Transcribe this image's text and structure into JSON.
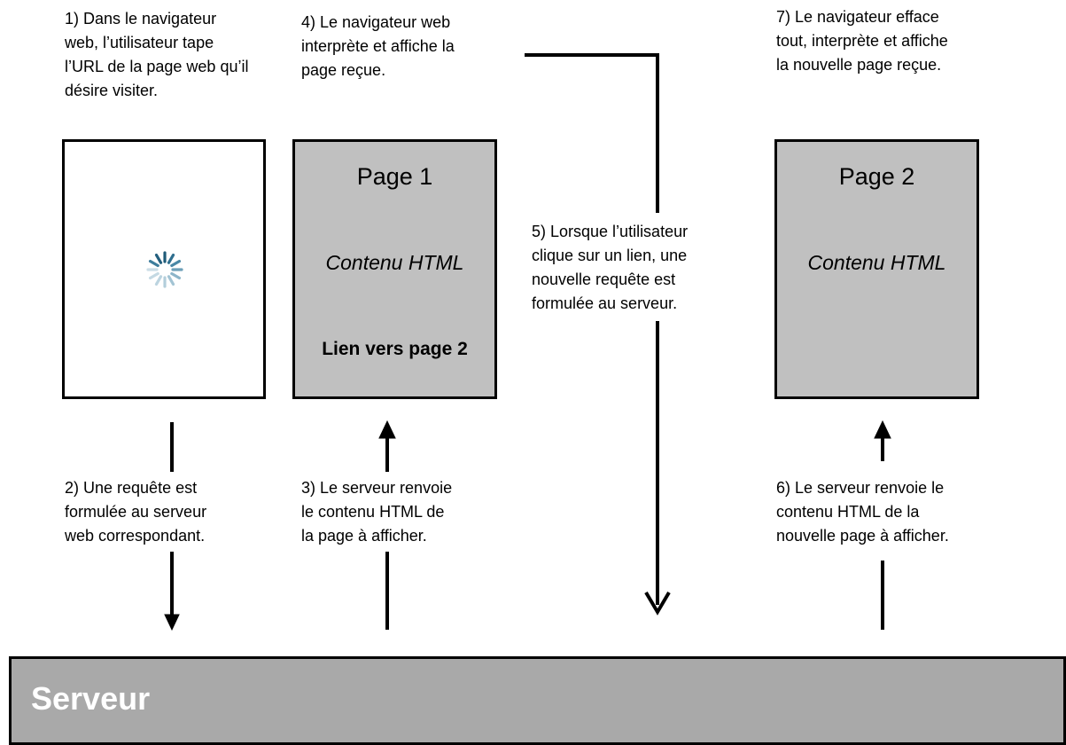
{
  "steps": {
    "step1": "1) Dans le navigateur\nweb, l’utilisateur tape\nl’URL de la page web qu’il\ndésire visiter.",
    "step2": "2) Une requête est\nformulée au serveur\nweb correspondant.",
    "step3": "3) Le serveur renvoie\nle contenu HTML de\nla page à afficher.",
    "step4": "4) Le navigateur web\ninterprète et affiche la\npage reçue.",
    "step5": "5) Lorsque l’utilisateur\nclique sur un lien, une\nnouvelle requête est\nformulée au serveur.",
    "step6": "6) Le serveur renvoie le\ncontenu HTML de la\nnouvelle page à afficher.",
    "step7": "7) Le navigateur efface\ntout, interprète et affiche\nla nouvelle page reçue."
  },
  "page1": {
    "title": "Page 1",
    "content": "Contenu HTML",
    "link": "Lien vers page 2"
  },
  "page2": {
    "title": "Page 2",
    "content": "Contenu HTML"
  },
  "server": {
    "label": "Serveur"
  },
  "colors": {
    "page_fill": "#c0c0c0",
    "server_fill": "#a9a9a9",
    "spinner": "#2e6e8e"
  }
}
